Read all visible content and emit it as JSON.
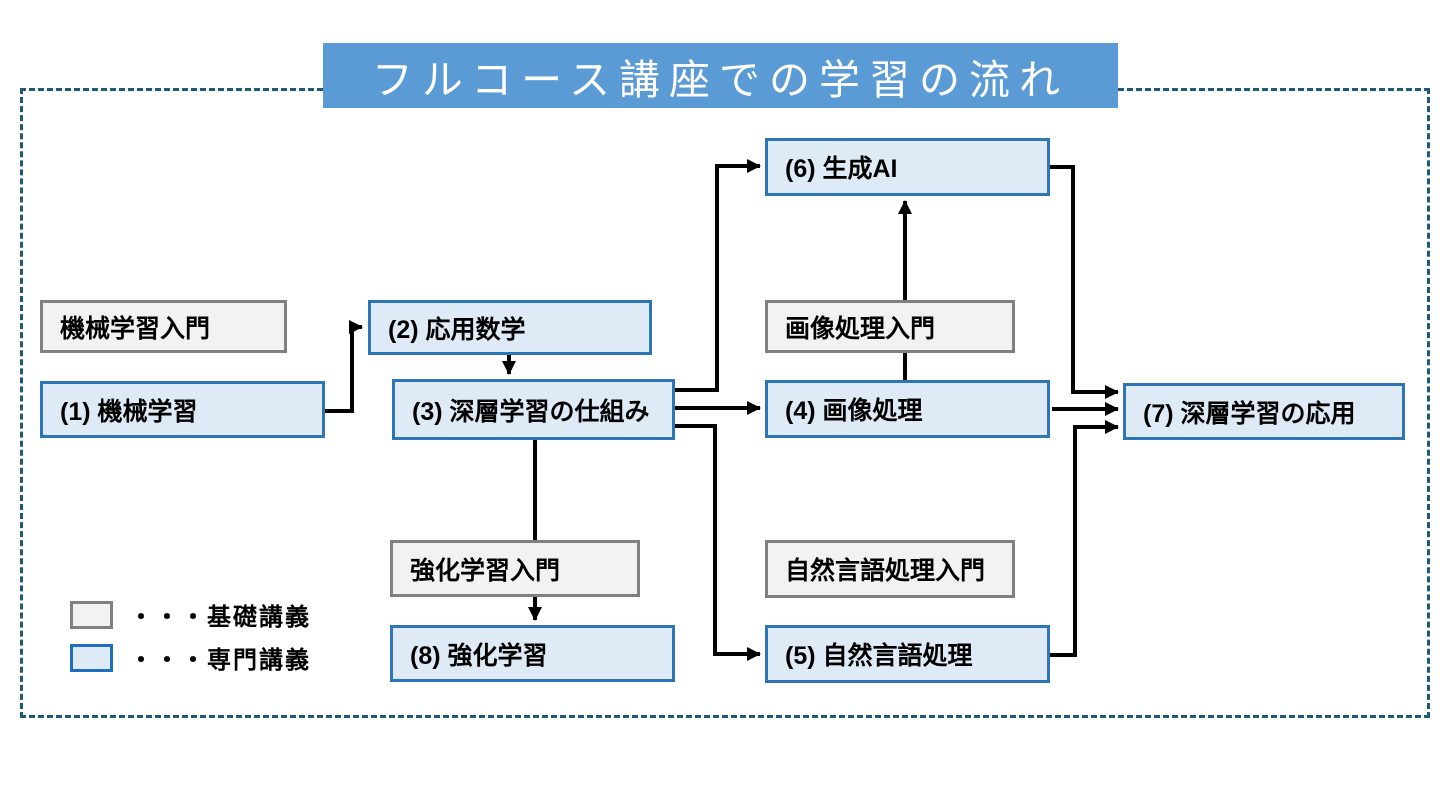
{
  "title": "フルコース講座での学習の流れ",
  "nodes": {
    "intro_ml": "機械学習入門",
    "n1": "(1) 機械学習",
    "n2": "(2) 応用数学",
    "n3": "(3) 深層学習の仕組み",
    "n4": "(4) 画像処理",
    "n5": "(5) 自然言語処理",
    "n6": "(6) 生成AI",
    "n7": "(7) 深層学習の応用",
    "n8": "(8) 強化学習",
    "intro_img": "画像処理入門",
    "intro_rl": "強化学習入門",
    "intro_nlp": "自然言語処理入門"
  },
  "legend": {
    "basic": "・・・基礎講義",
    "advanced": "・・・専門講義"
  },
  "edges": [
    {
      "from": "n1",
      "to": "n2"
    },
    {
      "from": "n2",
      "to": "n3"
    },
    {
      "from": "n3",
      "to": "n6"
    },
    {
      "from": "n3",
      "to": "n4"
    },
    {
      "from": "n3",
      "to": "n5"
    },
    {
      "from": "n3",
      "to": "n8",
      "via": "intro_rl"
    },
    {
      "from": "n4",
      "to": "n6",
      "via": "intro_img"
    },
    {
      "from": "n6",
      "to": "n7"
    },
    {
      "from": "n4",
      "to": "n7"
    },
    {
      "from": "n5",
      "to": "n7"
    }
  ],
  "colors": {
    "banner_background": "#5B9BD5",
    "banner_text": "#FFFFFF",
    "blue_box_border": "#2E75B6",
    "blue_box_fill": "#DEEBF7",
    "gray_box_border": "#808080",
    "gray_box_fill": "#F2F2F2",
    "frame_dash": "#1E5A78",
    "arrow": "#000000"
  }
}
